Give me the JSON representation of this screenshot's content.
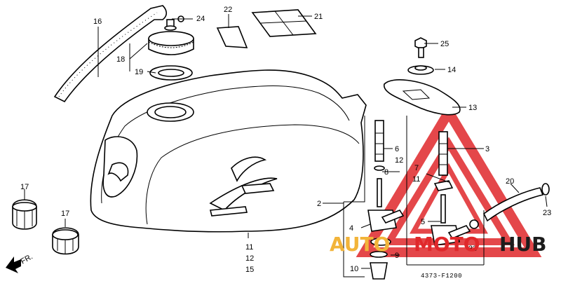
{
  "callouts": {
    "c16": "16",
    "c24": "24",
    "c22": "22",
    "c21": "21",
    "c18": "18",
    "c19": "19",
    "c25": "25",
    "c14": "14",
    "c13": "13",
    "c3": "3",
    "c6": "6",
    "c12a": "12",
    "c8": "8",
    "c7": "7",
    "c11a": "11",
    "c20": "20",
    "c2": "2",
    "c17a": "17",
    "c17b": "17",
    "c23a": "23",
    "c23b": "23",
    "c5": "5",
    "c4": "4",
    "c9": "9",
    "c10": "10",
    "c11b": "11",
    "c12b": "12",
    "c15": "15"
  },
  "direction_label": "FR.",
  "diagram_code": "4373-F1200",
  "watermark": {
    "part_a": "AUTO",
    "part_b": "MOTO",
    "part_c": "HUB",
    "accent_color": "#e0282b",
    "secondary_color": "#f2b43a",
    "dark_color": "#1c1c1c"
  }
}
